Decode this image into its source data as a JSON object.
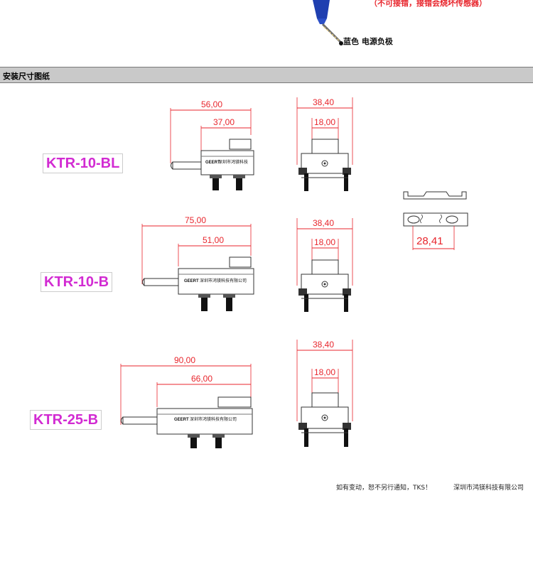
{
  "top": {
    "warning": "（不可接错，接错会烧坏传感器）",
    "wire_caption": "蓝色 电源负极",
    "wire_color": "#1f3fb0"
  },
  "section": {
    "title": "安装尺寸图纸"
  },
  "models": [
    {
      "label": "KTR-10-BL",
      "side_dims": [
        "56,00",
        "37,00"
      ],
      "end_dims": [
        "38,40",
        "18,00"
      ],
      "brand": "GEERT",
      "body_text": "深圳市鸿镁科技"
    },
    {
      "label": "KTR-10-B",
      "side_dims": [
        "75,00",
        "51,00"
      ],
      "end_dims": [
        "38,40",
        "18,00"
      ],
      "brand": "GEERT",
      "body_text": "深圳市鸿镁科技有限公司"
    },
    {
      "label": "KTR-25-B",
      "side_dims": [
        "90,00",
        "66,00"
      ],
      "end_dims": [
        "38,40",
        "18,00"
      ],
      "brand": "GEERT",
      "body_text": "深圳市鸿镁科技有限公司"
    }
  ],
  "bracket": {
    "dim": "28,41"
  },
  "footer": {
    "note": "如有变动，恕不另行通知，TKS！",
    "company": "深圳市鸿镁科技有限公司"
  },
  "colors": {
    "dimension_text": "#e8262d",
    "label_magenta": "#d22bd2",
    "section_bar": "#c9c9c9"
  }
}
